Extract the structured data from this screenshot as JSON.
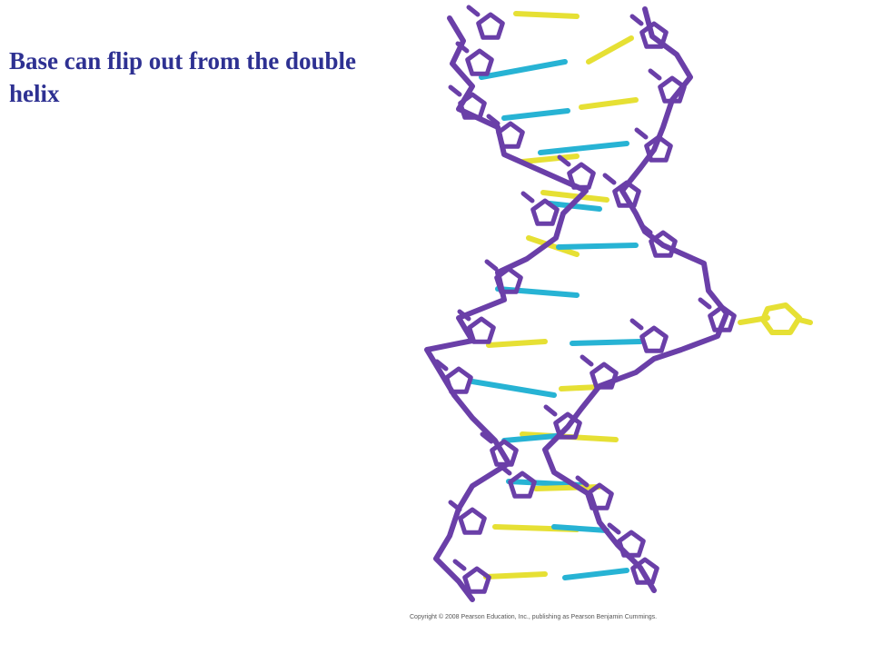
{
  "slide": {
    "title": "Base can flip out from the double helix"
  },
  "figure": {
    "image_description": "DNA double helix stick model with one base flipped out of the helix",
    "colors": {
      "backbone": "#6a3fa8",
      "base_blue": "#27b3d4",
      "base_yellow": "#e6e034"
    }
  },
  "footer": {
    "copyright": "Copyright © 2008 Pearson Education, Inc., publishing as Pearson Benjamin Cummings."
  }
}
